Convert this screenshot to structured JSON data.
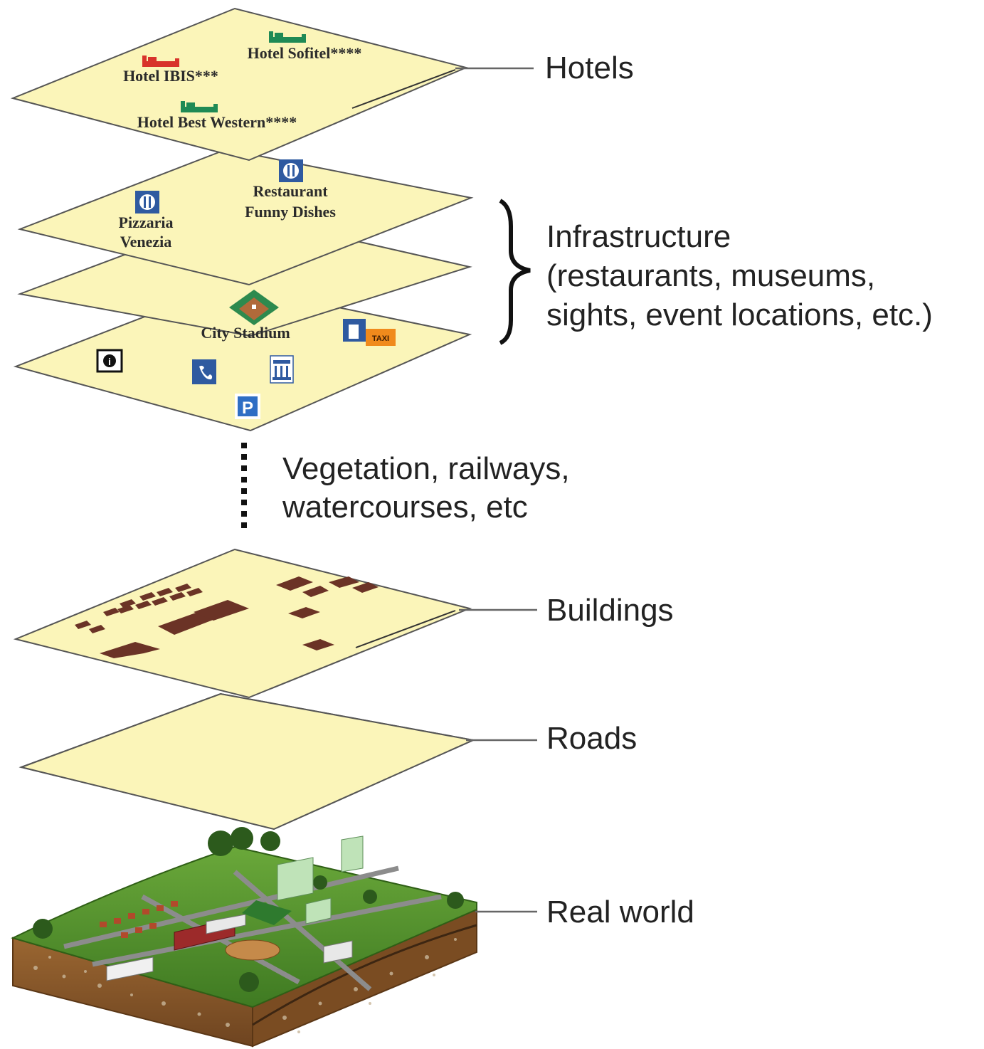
{
  "layers": {
    "hotels": "Hotels",
    "infrastructure_lines": [
      "Infrastructure",
      "(restaurants, museums,",
      "sights, event locations, etc.)"
    ],
    "vegetation_lines": [
      "Vegetation, railways,",
      "watercourses, etc"
    ],
    "buildings": "Buildings",
    "roads": "Roads",
    "real_world": "Real world"
  },
  "map_labels": {
    "hotel_ibis": "Hotel IBIS***",
    "hotel_sofitel": "Hotel Sofitel****",
    "hotel_best_western": "Hotel Best Western****",
    "restaurant_line1": "Restaurant",
    "restaurant_line2": "Funny Dishes",
    "pizzeria_line1": "Pizzaria",
    "pizzeria_line2": "Venezia",
    "city_stadium": "City Stadium",
    "taxi": "TAXI",
    "parking": "P",
    "info": "i"
  },
  "colors": {
    "sheet": "#fbf5b9",
    "building": "#6b3326",
    "road": "#6f7275",
    "hotel_red": "#d8332b",
    "hotel_green": "#1f8a55",
    "icon_blue": "#2f5aa0",
    "taxi_orange": "#f08a1c",
    "grass": "#4f8f2c",
    "soil": "#8a5a2b"
  },
  "icons": [
    "bed-icon",
    "restaurant-icon",
    "stadium-icon",
    "taxi-icon",
    "telephone-icon",
    "parking-icon",
    "info-icon",
    "museum-icon"
  ]
}
